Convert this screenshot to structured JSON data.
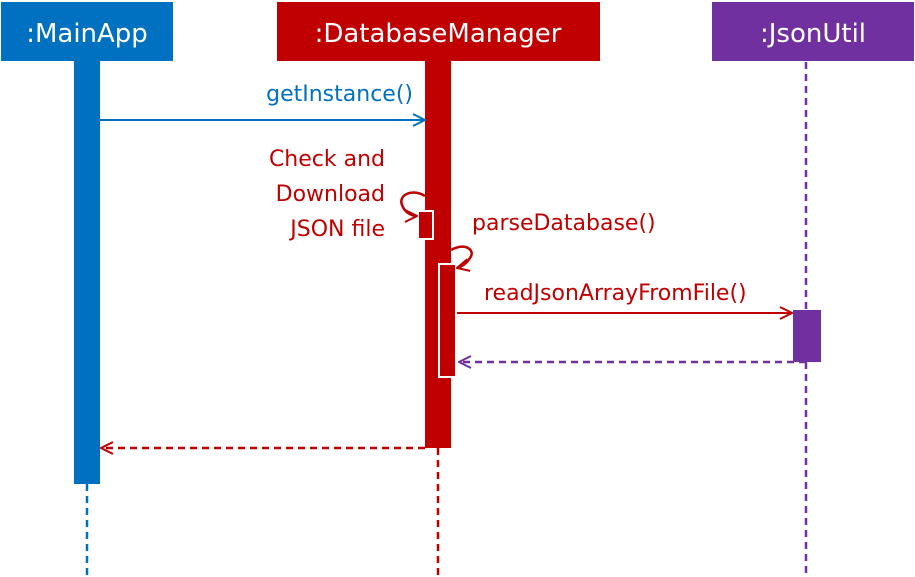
{
  "colors": {
    "main_app": "#0070C0",
    "database_manager": "#C00000",
    "json_util": "#7030A0"
  },
  "participants": {
    "main_app": ":MainApp",
    "database_manager": ":DatabaseManager",
    "json_util": ":JsonUtil"
  },
  "messages": {
    "get_instance": "getInstance()",
    "check_download_line1": "Check and",
    "check_download_line2": "Download",
    "check_download_line3": "JSON file",
    "parse_database": "parseDatabase()",
    "read_json_array": "readJsonArrayFromFile()"
  }
}
